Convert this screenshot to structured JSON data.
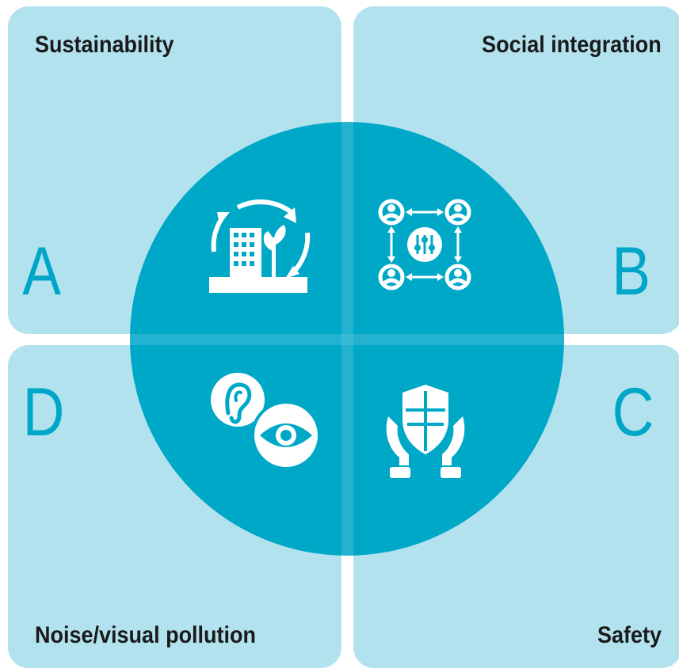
{
  "colors": {
    "quadrant_fill": "#b3e2ef",
    "circle_fill": "#00a8c8",
    "circle_overlap": "#00a3c3",
    "gutter_overlap": "#5dc6dd",
    "letter_color": "#00a6c7",
    "title_color": "#1a1a1a",
    "icon_color": "#ffffff"
  },
  "quadrants": {
    "a": {
      "title": "Sustainability",
      "letter": "A",
      "icon": "building-plant-recycle-icon"
    },
    "b": {
      "title": "Social integration",
      "letter": "B",
      "icon": "people-network-icon"
    },
    "c": {
      "title": "Safety",
      "letter": "C",
      "icon": "hands-shield-icon"
    },
    "d": {
      "title": "Noise/visual pollution",
      "letter": "D",
      "icon": "ear-eye-icon"
    }
  }
}
